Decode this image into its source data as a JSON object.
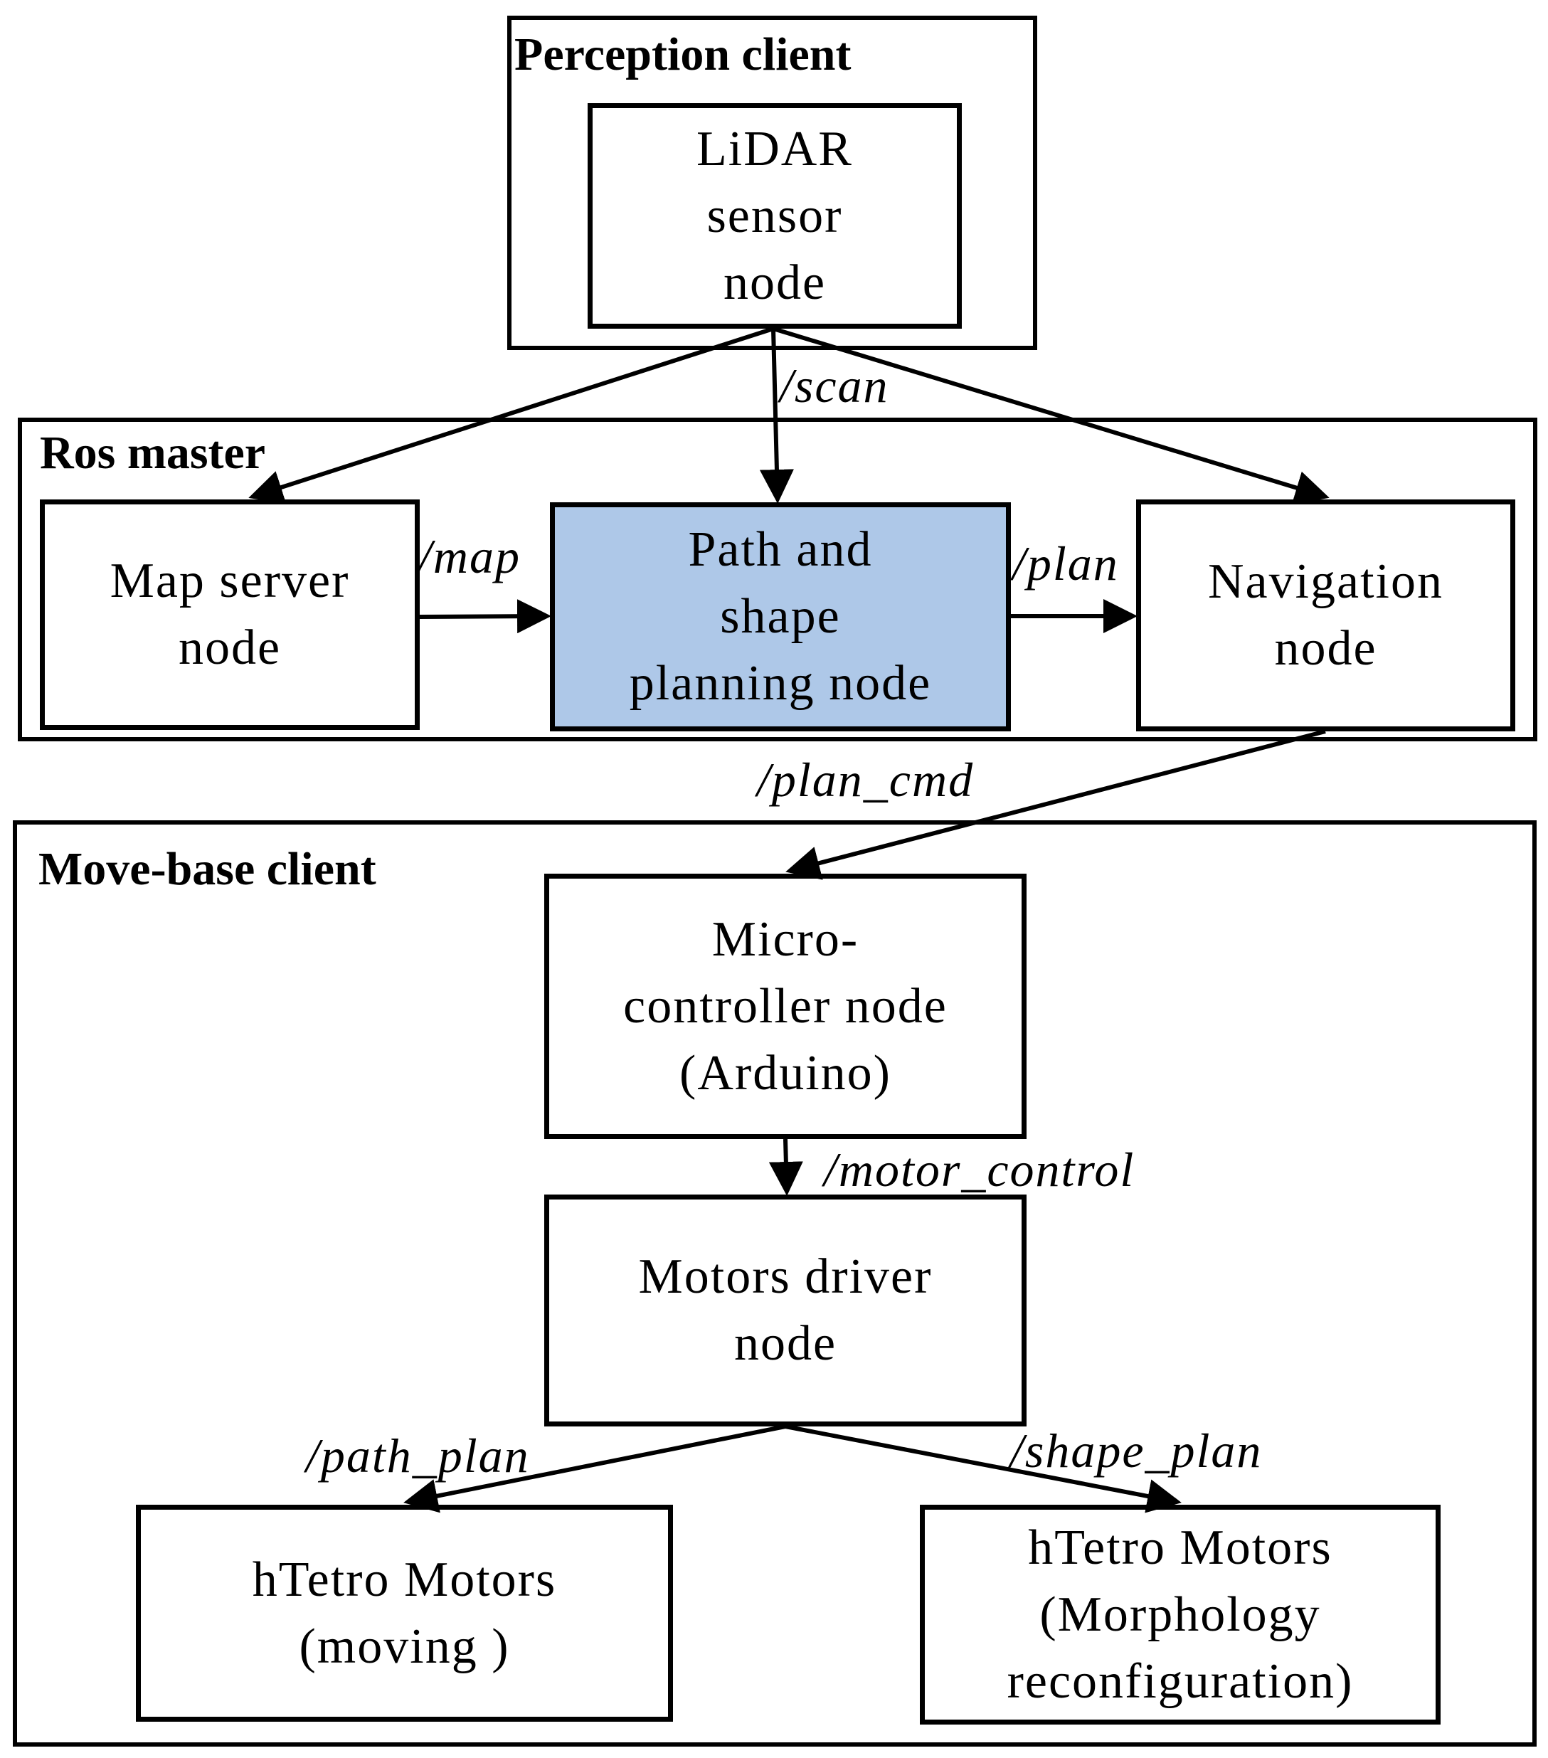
{
  "groups": {
    "perception": {
      "title": "Perception  client"
    },
    "ros_master": {
      "title": "Ros master"
    },
    "move_base": {
      "title": "Move-base   client"
    }
  },
  "nodes": {
    "lidar": {
      "lines": [
        "LiDAR",
        "sensor",
        "node"
      ]
    },
    "map_server": {
      "lines": [
        "Map server",
        "node"
      ]
    },
    "path_shape": {
      "lines": [
        "Path and",
        "shape",
        "planning node"
      ],
      "fill": "#aec8e8"
    },
    "navigation": {
      "lines": [
        "Navigation",
        "node"
      ]
    },
    "microcontroller": {
      "lines": [
        "Micro-",
        "controller node",
        "(Arduino)"
      ]
    },
    "motors_driver": {
      "lines": [
        "Motors driver",
        "node"
      ]
    },
    "htetro_moving": {
      "lines": [
        "hTetro Motors",
        "(moving  )"
      ]
    },
    "htetro_morph": {
      "lines": [
        "hTetro Motors",
        "(Morphology",
        "reconfiguration)"
      ]
    }
  },
  "topics": {
    "scan": "/scan",
    "map": "/map",
    "plan": "/plan",
    "plan_cmd": "/plan_cmd",
    "motor_control": "/motor_control",
    "path_plan": "/path_plan",
    "shape_plan": "/shape_plan"
  }
}
